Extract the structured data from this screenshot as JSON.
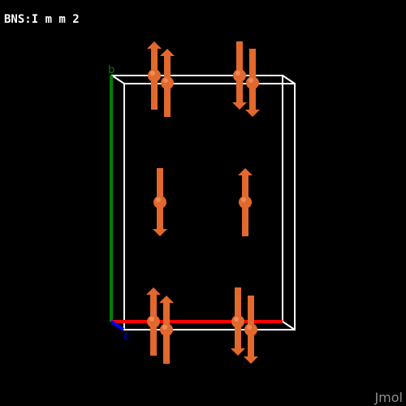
{
  "header": {
    "title": "BNS:I m m 2"
  },
  "watermark": "Jmol",
  "axes": {
    "b": {
      "label": "b",
      "color": "#008000"
    },
    "c": {
      "label": "c",
      "color": "#0000ff"
    },
    "a": {
      "color": "#ff0000"
    }
  },
  "colors": {
    "background": "#000000",
    "cell_edge": "#ffffff",
    "atom": "#e2682d",
    "moment": "#e2682d"
  },
  "atoms": [
    {
      "id": "top-left-front",
      "moment": "up"
    },
    {
      "id": "top-left-back",
      "moment": "up"
    },
    {
      "id": "top-right-front",
      "moment": "down"
    },
    {
      "id": "top-right-back",
      "moment": "down"
    },
    {
      "id": "mid-left",
      "moment": "down"
    },
    {
      "id": "mid-right",
      "moment": "up"
    },
    {
      "id": "bot-left-front",
      "moment": "up"
    },
    {
      "id": "bot-left-back",
      "moment": "up"
    },
    {
      "id": "bot-right-front",
      "moment": "down"
    },
    {
      "id": "bot-right-back",
      "moment": "down"
    }
  ]
}
